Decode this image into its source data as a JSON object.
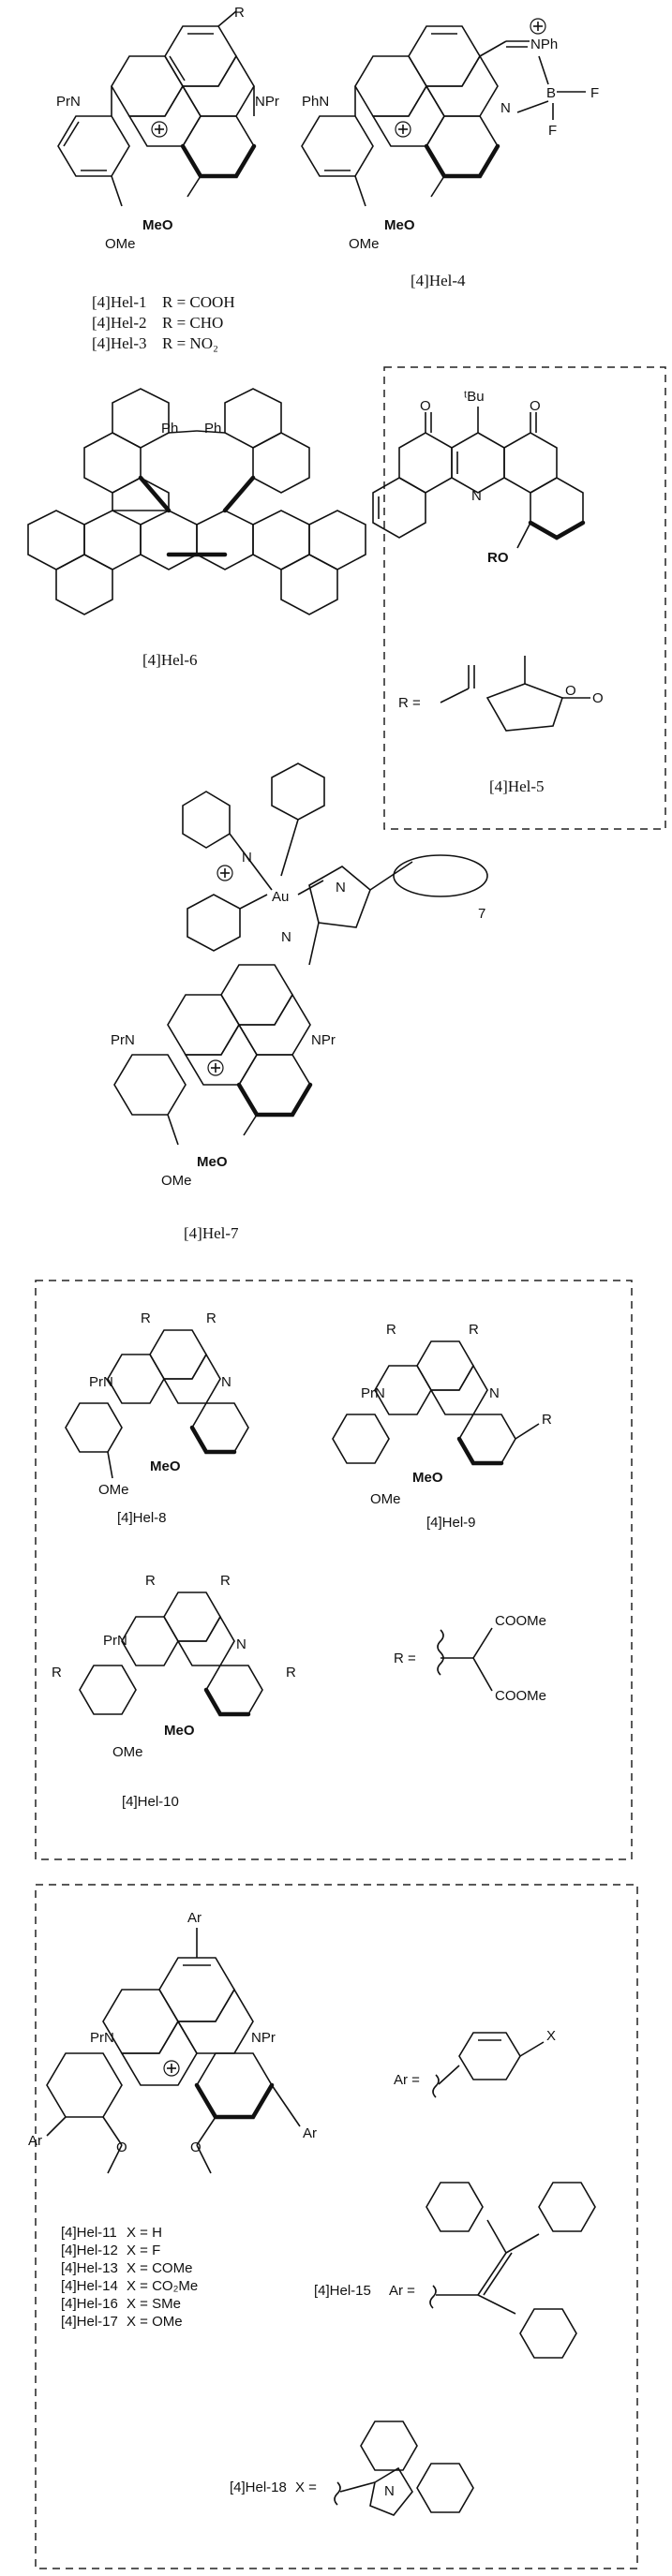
{
  "structures": {
    "s1": {
      "substituent_R": "R",
      "nitrogen_left": "PrN",
      "nitrogen_right": "NPr",
      "methoxy_bold": "MeO",
      "methoxy": "OMe",
      "variants": [
        {
          "name": "[4]Hel-1",
          "def": "R = COOH"
        },
        {
          "name": "[4]Hel-2",
          "def": "R = CHO"
        },
        {
          "name": "[4]Hel-3",
          "def": "R = NO₂"
        }
      ]
    },
    "s4": {
      "label": "[4]Hel-4",
      "nitrogen_left": "PhN",
      "nitrogen_ring": "N",
      "imine": "NPh",
      "boron": "B",
      "fluorine_1": "F",
      "fluorine_2": "F",
      "methoxy_bold": "MeO",
      "methoxy": "OMe"
    },
    "s5": {
      "label": "[4]Hel-5",
      "tbu": "ᵗBu",
      "nitrogen": "N",
      "oxygen_1": "O",
      "oxygen_2": "O",
      "ro": "RO",
      "r_def": "R =",
      "ring_o": "O",
      "ring_o2": "O"
    },
    "s6": {
      "label": "[4]Hel-6",
      "ph_1": "Ph",
      "ph_2": "Ph"
    },
    "s7": {
      "label": "[4]Hel-7",
      "au": "Au",
      "n_py": "N",
      "n_1": "N",
      "n_2": "N",
      "loop_n": "7",
      "nitrogen_left": "PrN",
      "nitrogen_right": "NPr",
      "methoxy_bold": "MeO",
      "methoxy": "OMe"
    },
    "s8": {
      "label": "[4]Hel-8",
      "r": "R",
      "nitrogen_left": "PrN",
      "n": "N",
      "methoxy_bold": "MeO",
      "methoxy": "OMe"
    },
    "s9": {
      "label": "[4]Hel-9",
      "r": "R",
      "nitrogen_left": "PrN",
      "n": "N",
      "methoxy_bold": "MeO",
      "methoxy": "OMe"
    },
    "s10": {
      "label": "[4]Hel-10",
      "r": "R",
      "nitrogen_left": "PrN",
      "n": "N",
      "methoxy_bold": "MeO",
      "methoxy": "OMe",
      "r_def": "R =",
      "ester_1": "COOMe",
      "ester_2": "COOMe"
    },
    "s11": {
      "ar": "Ar",
      "nitrogen_left": "PrN",
      "nitrogen_right": "NPr",
      "ar_def": "Ar =",
      "x": "X",
      "o_1": "O",
      "o_2": "O",
      "variants": [
        {
          "name": "[4]Hel-11",
          "def": "X = H"
        },
        {
          "name": "[4]Hel-12",
          "def": "X = F"
        },
        {
          "name": "[4]Hel-13",
          "def": "X = COMe"
        },
        {
          "name": "[4]Hel-14",
          "def": "X = CO₂Me"
        },
        {
          "name": "[4]Hel-16",
          "def": "X = SMe"
        },
        {
          "name": "[4]Hel-17",
          "def": "X = OMe"
        }
      ],
      "hel15_label": "[4]Hel-15",
      "hel15_def": "Ar =",
      "hel18_label": "[4]Hel-18",
      "hel18_def": "X =",
      "carbazole_n": "N"
    }
  }
}
